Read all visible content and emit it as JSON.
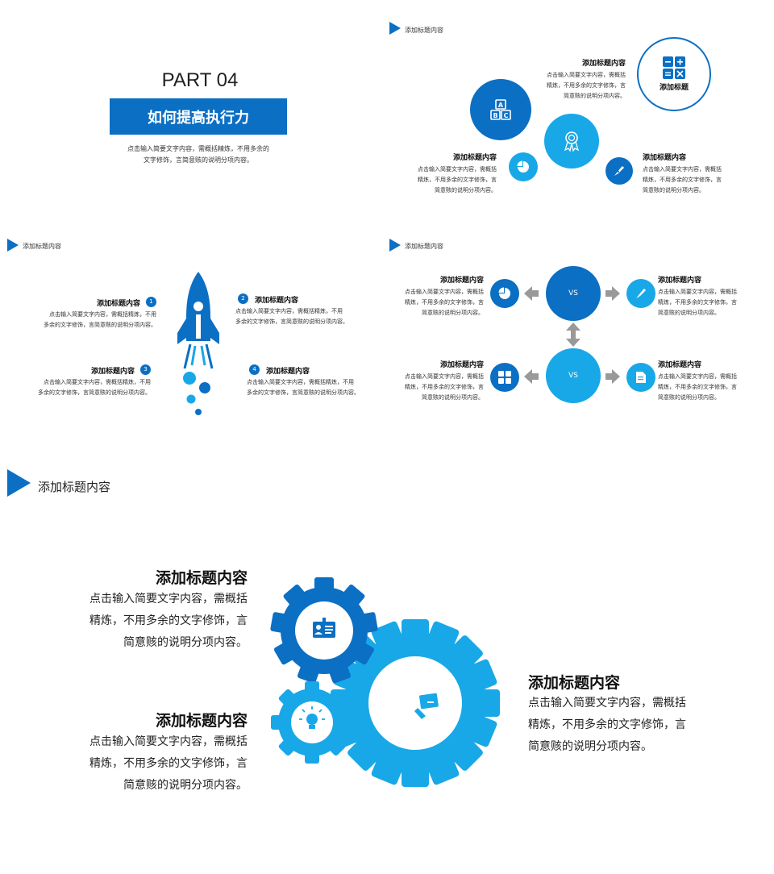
{
  "slide1": {
    "part": "PART 04",
    "title": "如何提高执行力",
    "body_line1": "点击输入简要文字内容，需概括精炼，不用多余的",
    "body_line2": "文字修饰，言简意赅的说明分项内容。"
  },
  "slide2": {
    "header": "添加标题内容",
    "badge_label": "添加标题",
    "top_title": "添加标题内容",
    "top_body": [
      "点击输入简要文字内容，需概括",
      "精炼，不用多余的文字修饰，言",
      "简意赅的说明分项内容。"
    ],
    "left_title": "添加标题内容",
    "left_body": [
      "点击输入简要文字内容，需概括",
      "精炼，不用多余的文字修饰，言",
      "简意赅的说明分项内容。"
    ],
    "right_title": "添加标题内容",
    "right_body": [
      "点击输入简要文字内容，需概括",
      "精炼，不用多余的文字修饰，言",
      "简意赅的说明分项内容。"
    ]
  },
  "slide3": {
    "header": "添加标题内容",
    "items": [
      {
        "num": "1",
        "title": "添加标题内容",
        "body": [
          "点击输入简要文字内容，需概括精炼，不用",
          "多余的文字修饰，言简意赅的说明分项内容。"
        ]
      },
      {
        "num": "2",
        "title": "添加标题内容",
        "body": [
          "点击输入简要文字内容，需概括精炼，不用",
          "多余的文字修饰，言简意赅的说明分项内容。"
        ]
      },
      {
        "num": "3",
        "title": "添加标题内容",
        "body": [
          "点击输入简要文字内容，需概括精炼，不用",
          "多余的文字修饰，言简意赅的说明分项内容。"
        ]
      },
      {
        "num": "4",
        "title": "添加标题内容",
        "body": [
          "点击输入简要文字内容，需概括精炼，不用",
          "多余的文字修饰，言简意赅的说明分项内容。"
        ]
      }
    ]
  },
  "slide4": {
    "header": "添加标题内容",
    "vs_top": "VS",
    "vs_bottom": "VS",
    "items": [
      {
        "title": "添加标题内容",
        "body": [
          "点击输入简要文字内容，需概括",
          "精炼，不用多余的文字修饰，言",
          "简意赅的说明分项内容。"
        ]
      },
      {
        "title": "添加标题内容",
        "body": [
          "点击输入简要文字内容，需概括",
          "精炼，不用多余的文字修饰，言",
          "简意赅的说明分项内容。"
        ]
      },
      {
        "title": "添加标题内容",
        "body": [
          "点击输入简要文字内容，需概括",
          "精炼，不用多余的文字修饰，言",
          "简意赅的说明分项内容。"
        ]
      },
      {
        "title": "添加标题内容",
        "body": [
          "点击输入简要文字内容，需概括",
          "精炼，不用多余的文字修饰，言",
          "简意赅的说明分项内容。"
        ]
      }
    ]
  },
  "slide5": {
    "header": "添加标题内容",
    "items": [
      {
        "title": "添加标题内容",
        "body": [
          "点击输入简要文字内容，需概括",
          "精炼，不用多余的文字修饰，言",
          "简意赅的说明分项内容。"
        ]
      },
      {
        "title": "添加标题内容",
        "body": [
          "点击输入简要文字内容，需概括",
          "精炼，不用多余的文字修饰，言",
          "简意赅的说明分项内容。"
        ]
      },
      {
        "title": "添加标题内容",
        "body": [
          "点击输入简要文字内容，需概括",
          "精炼，不用多余的文字修饰，言",
          "简意赅的说明分项内容。"
        ]
      }
    ]
  },
  "colors": {
    "dark_blue": "#0b6fc4",
    "light_blue": "#18a8e8",
    "arrow_gray": "#999999"
  }
}
